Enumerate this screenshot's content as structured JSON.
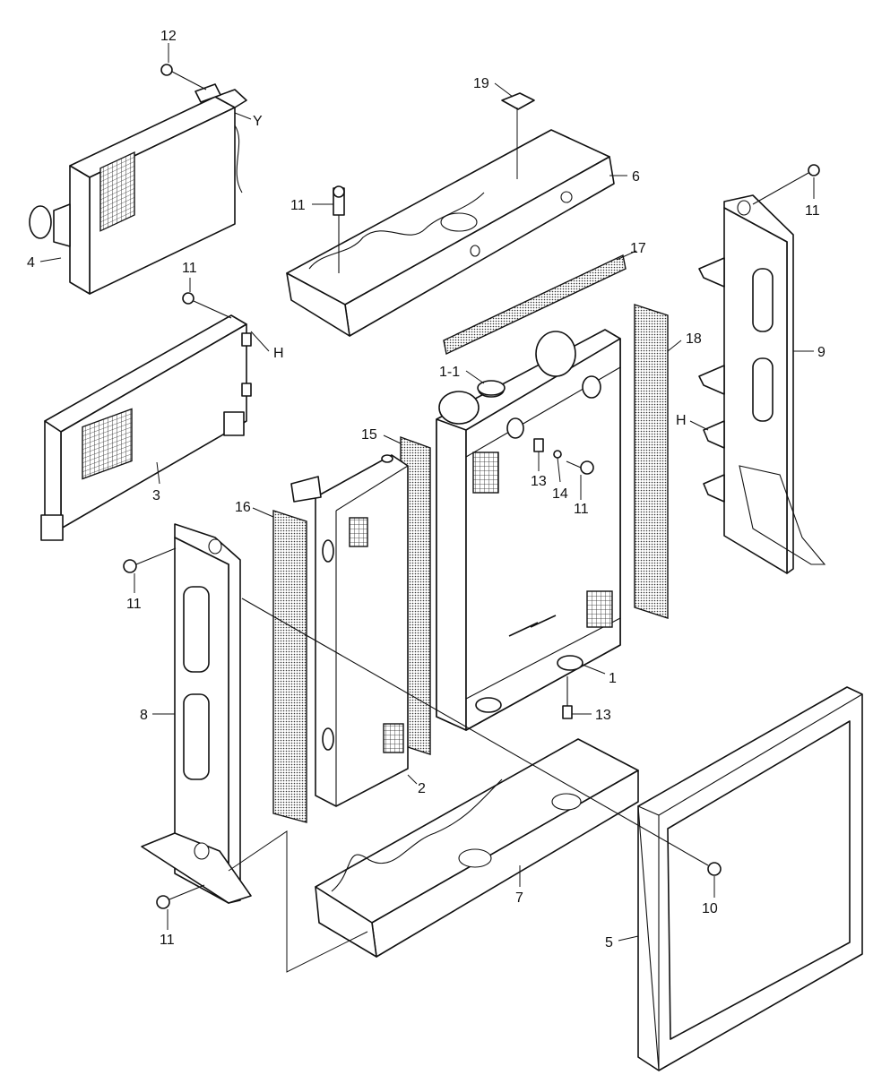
{
  "callouts": {
    "c12": "12",
    "cY": "Y",
    "c4": "4",
    "c19": "19",
    "c6": "6",
    "c11_top_left": "11",
    "c11_top_right": "11",
    "c17": "17",
    "c11_mid_left": "11",
    "cH_left": "H",
    "c9": "9",
    "c18": "18",
    "c1_1": "1-1",
    "cH_right": "H",
    "c15": "15",
    "c13_upper": "13",
    "c14": "14",
    "c11_center": "11",
    "c3": "3",
    "c16": "16",
    "c11_left": "11",
    "c1": "1",
    "c13_lower": "13",
    "c8": "8",
    "c2": "2",
    "c7": "7",
    "c10": "10",
    "c5": "5",
    "c11_bottom": "11"
  }
}
